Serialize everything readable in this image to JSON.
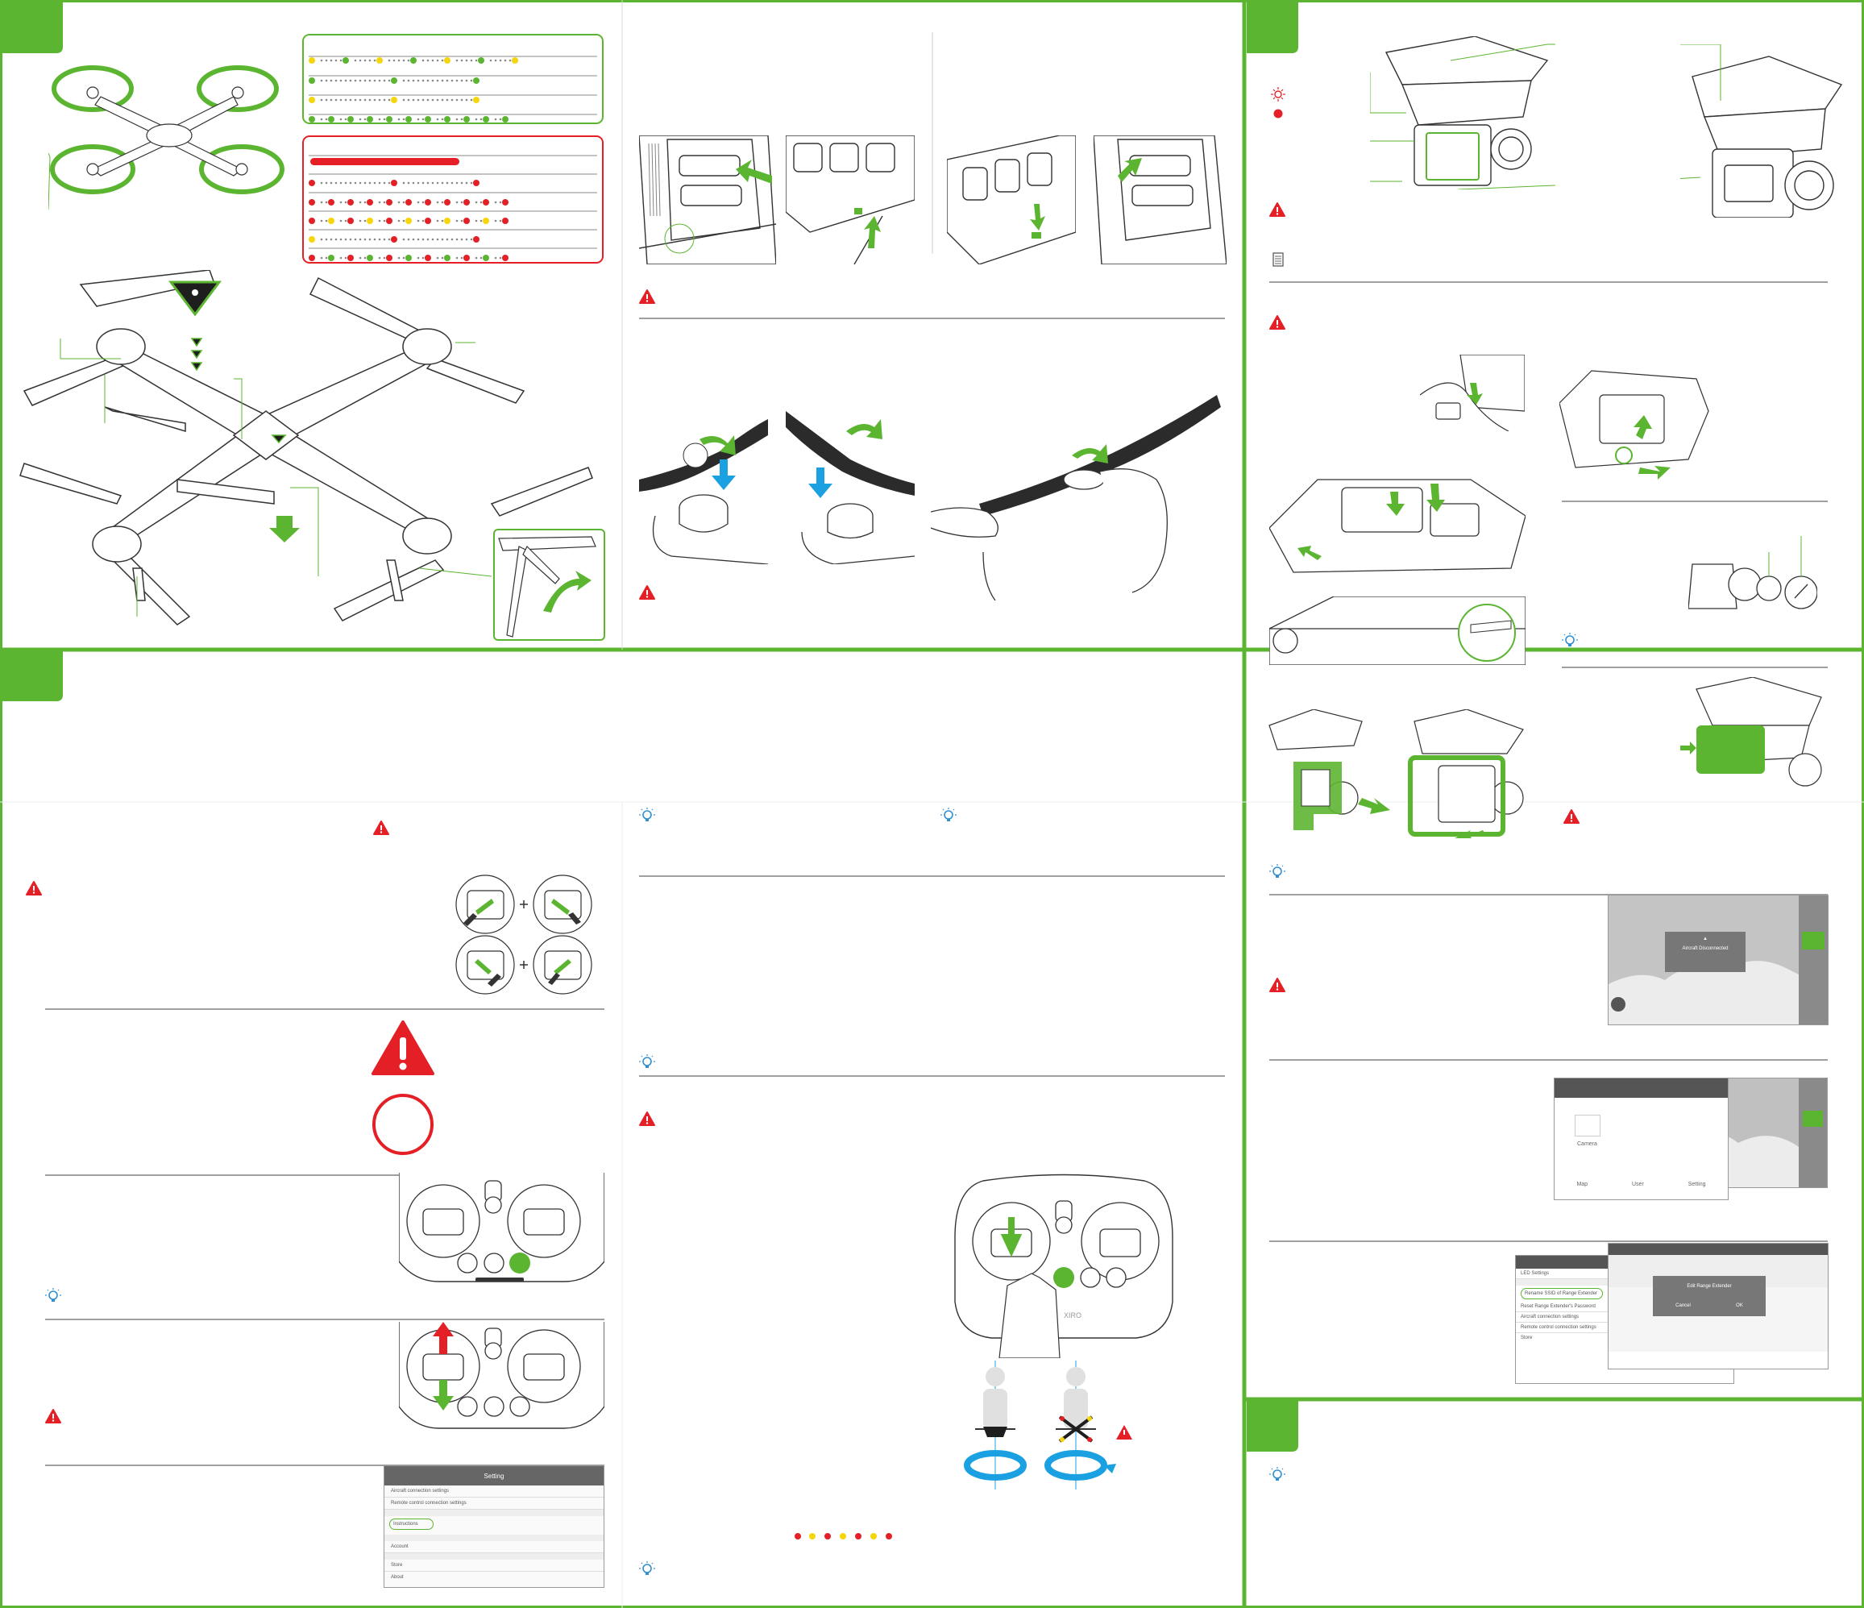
{
  "colors": {
    "green": "#5cb531",
    "red": "#e41f26",
    "yellow": "#f5d50b",
    "blue": "#1ba1e2",
    "line": "#555555",
    "tip_blue": "#2f8fd3"
  },
  "page_icons": [
    "warning-icon",
    "tip-bulb-icon",
    "light-on-icon",
    "solid-red-dot-icon",
    "note-icon",
    "prohibited-icon"
  ],
  "remote_controller": {
    "brand": "XIRO"
  },
  "app_screens": {
    "warning_dialog": {
      "title": "Aircraft Disconnected"
    },
    "camera_home": {
      "camera_label": "Camera",
      "tabs": [
        "Map",
        "User",
        "Setting"
      ]
    },
    "settings_list_1": {
      "header": "Setting",
      "items": [
        "Aircraft connection settings",
        "Remote control connection settings",
        "Instructions",
        "Account",
        "Store",
        "About"
      ]
    },
    "settings_list_2": {
      "items": [
        "LED Settings",
        "Rename SSID of Range Extender",
        "Reset Range Extender's Password",
        "Aircraft connection settings",
        "Remote control connection settings",
        "Store"
      ],
      "dialog_title": "Edit Range Extender",
      "dialog_buttons": [
        "Cancel",
        "OK"
      ]
    }
  }
}
